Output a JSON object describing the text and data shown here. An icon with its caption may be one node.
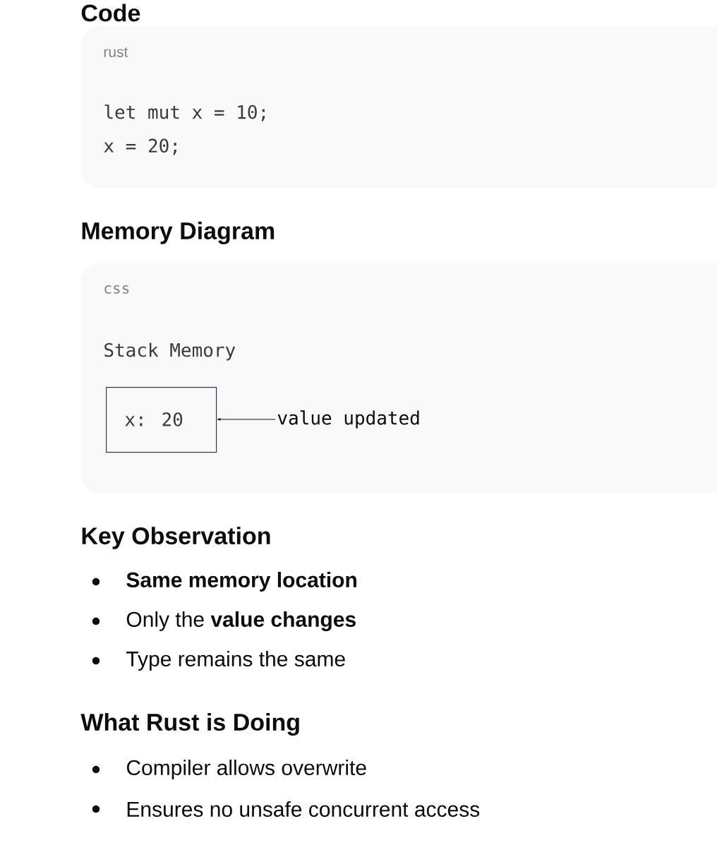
{
  "diagram": {
    "nodes": [
      {
        "text": [
          "rust",
          "let mut x = 10;",
          "x = 20;"
        ]
      },
      {
        "text": [
          "css",
          "Stack Memory"
        ]
      },
      {
        "text": [
          "x: 20"
        ],
        "in": 1
      },
      {
        "text": [
          "value updated"
        ],
        "in": 1
      }
    ],
    "edges": [
      {
        "from": 3,
        "to": 2,
        "arrow": "to"
      }
    ],
    "labels": [
      "Code",
      "Memory Diagram",
      "Key Observation",
      "Same memory location",
      "Only the **value changes**",
      "Type remains the same",
      "What Rust is Doing",
      "Compiler allows overwrite",
      "Ensures no unsafe concurrent access"
    ]
  }
}
